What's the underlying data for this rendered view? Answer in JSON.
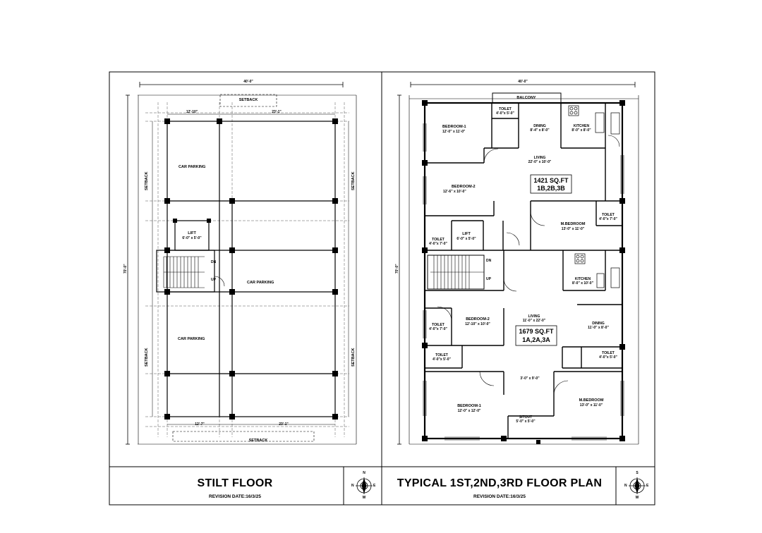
{
  "sheets": {
    "stilt": {
      "title": "STILT FLOOR",
      "revision": "REVISION DATE:16/3/25",
      "overall_width": "40'-0\"",
      "overall_length": "70'-0\"",
      "setback_top": "SETBACK",
      "setback_bottom": "SETBACK",
      "setback_left_top": "SETBACK",
      "setback_left_bottom": "SETBACK",
      "setback_right_top": "SETBACK",
      "setback_right_bottom": "SETBACK",
      "car_parking_1": "CAR PARKING",
      "car_parking_2": "CAR PARKING",
      "car_parking_3": "CAR PARKING",
      "lift": "LIFT",
      "lift_size": "6'-0\" x 5'-0\"",
      "dn": "DN",
      "up": "UP",
      "dim_top_left": "12'-10\"",
      "dim_top_right": "23'-1\"",
      "dim_bottom_left": "12'-7\"",
      "dim_bottom_right": "23'-1\""
    },
    "typical": {
      "title": "TYPICAL  1ST,2ND,3RD FLOOR PLAN",
      "revision": "REVISION DATE:16/3/25",
      "overall_width": "40'-0\"",
      "overall_length": "70'-0\"",
      "balcony": "BALCONY",
      "bedroom_1_top": "BEDROOM-1",
      "bedroom_1_top_size": "12'-0\" x 11'-0\"",
      "toilet_top": "TOILET",
      "toilet_top_size": "4'-0\"x 5'-0\"",
      "dining_top": "DINING",
      "dining_top_size": "8'-4\" x 8'-0\"",
      "kitchen_top": "KITCHEN",
      "kitchen_top_size": "8'-0\" x 8'-0\"",
      "living_top": "LIVING",
      "living_top_size": "22'-0\" x 10'-0\"",
      "bedroom_2_top": "BEDROOM-2",
      "bedroom_2_top_size": "12'-6\" x 10'-0\"",
      "area_top": "1421 SQ.FT",
      "units_top": "1B,2B,3B",
      "mbedroom_top": "M.BEDROOM",
      "mbedroom_top_size": "13'-0\" x 11'-0\"",
      "toilet_mb_top": "TOILET",
      "toilet_mb_top_size": "4'-0\"x 7'-0\"",
      "lift": "LIFT",
      "lift_size": "6'-0\" x 5'-0\"",
      "dn": "DN",
      "up": "UP",
      "toilet_left": "TOILET",
      "toilet_left_size": "4'-0\"x 7'-0\"",
      "kitchen_bottom": "KITCHEN",
      "kitchen_bottom_size": "8'-0\" x 10'-0\"",
      "bedroom_2_bottom": "BEDROOM-2",
      "bedroom_2_bottom_size": "12'-10\" x 10'-0\"",
      "living_bottom": "LIVING",
      "living_bottom_size": "11'-0\" x 22'-0\"",
      "area_bottom": "1679 SQ.FT",
      "units_bottom": "1A,2A,3A",
      "dining_bottom": "DINING",
      "dining_bottom_size": "11'-0\" x 8'-0\"",
      "toilet_b1": "TOILET",
      "toilet_b1_size": "4'-0\"x 7'-0\"",
      "toilet_b2": "TOILET",
      "toilet_b2_size": "4'-0\"x 5'-0\"",
      "toilet_b3": "TOILET",
      "toilet_b3_size": "4'-0\"x 5'-0\"",
      "passage_size": "3'-0\" x 9'-0\"",
      "bedroom_1_bottom": "BEDROOM-1",
      "bedroom_1_bottom_size": "12'-0\" x 12'-0\"",
      "mbedroom_bottom": "M.BEDROOM",
      "mbedroom_bottom_size": "13'-0\" x 11'-0\"",
      "sitout": "SITOUT",
      "sitout_size": "5'-0\" x 5'-0\""
    },
    "compass": {
      "n": "N",
      "s": "S",
      "e": "E",
      "w": "W"
    }
  },
  "colors": {
    "line": "#000000",
    "paper": "#ffffff",
    "grid": "#555555"
  }
}
